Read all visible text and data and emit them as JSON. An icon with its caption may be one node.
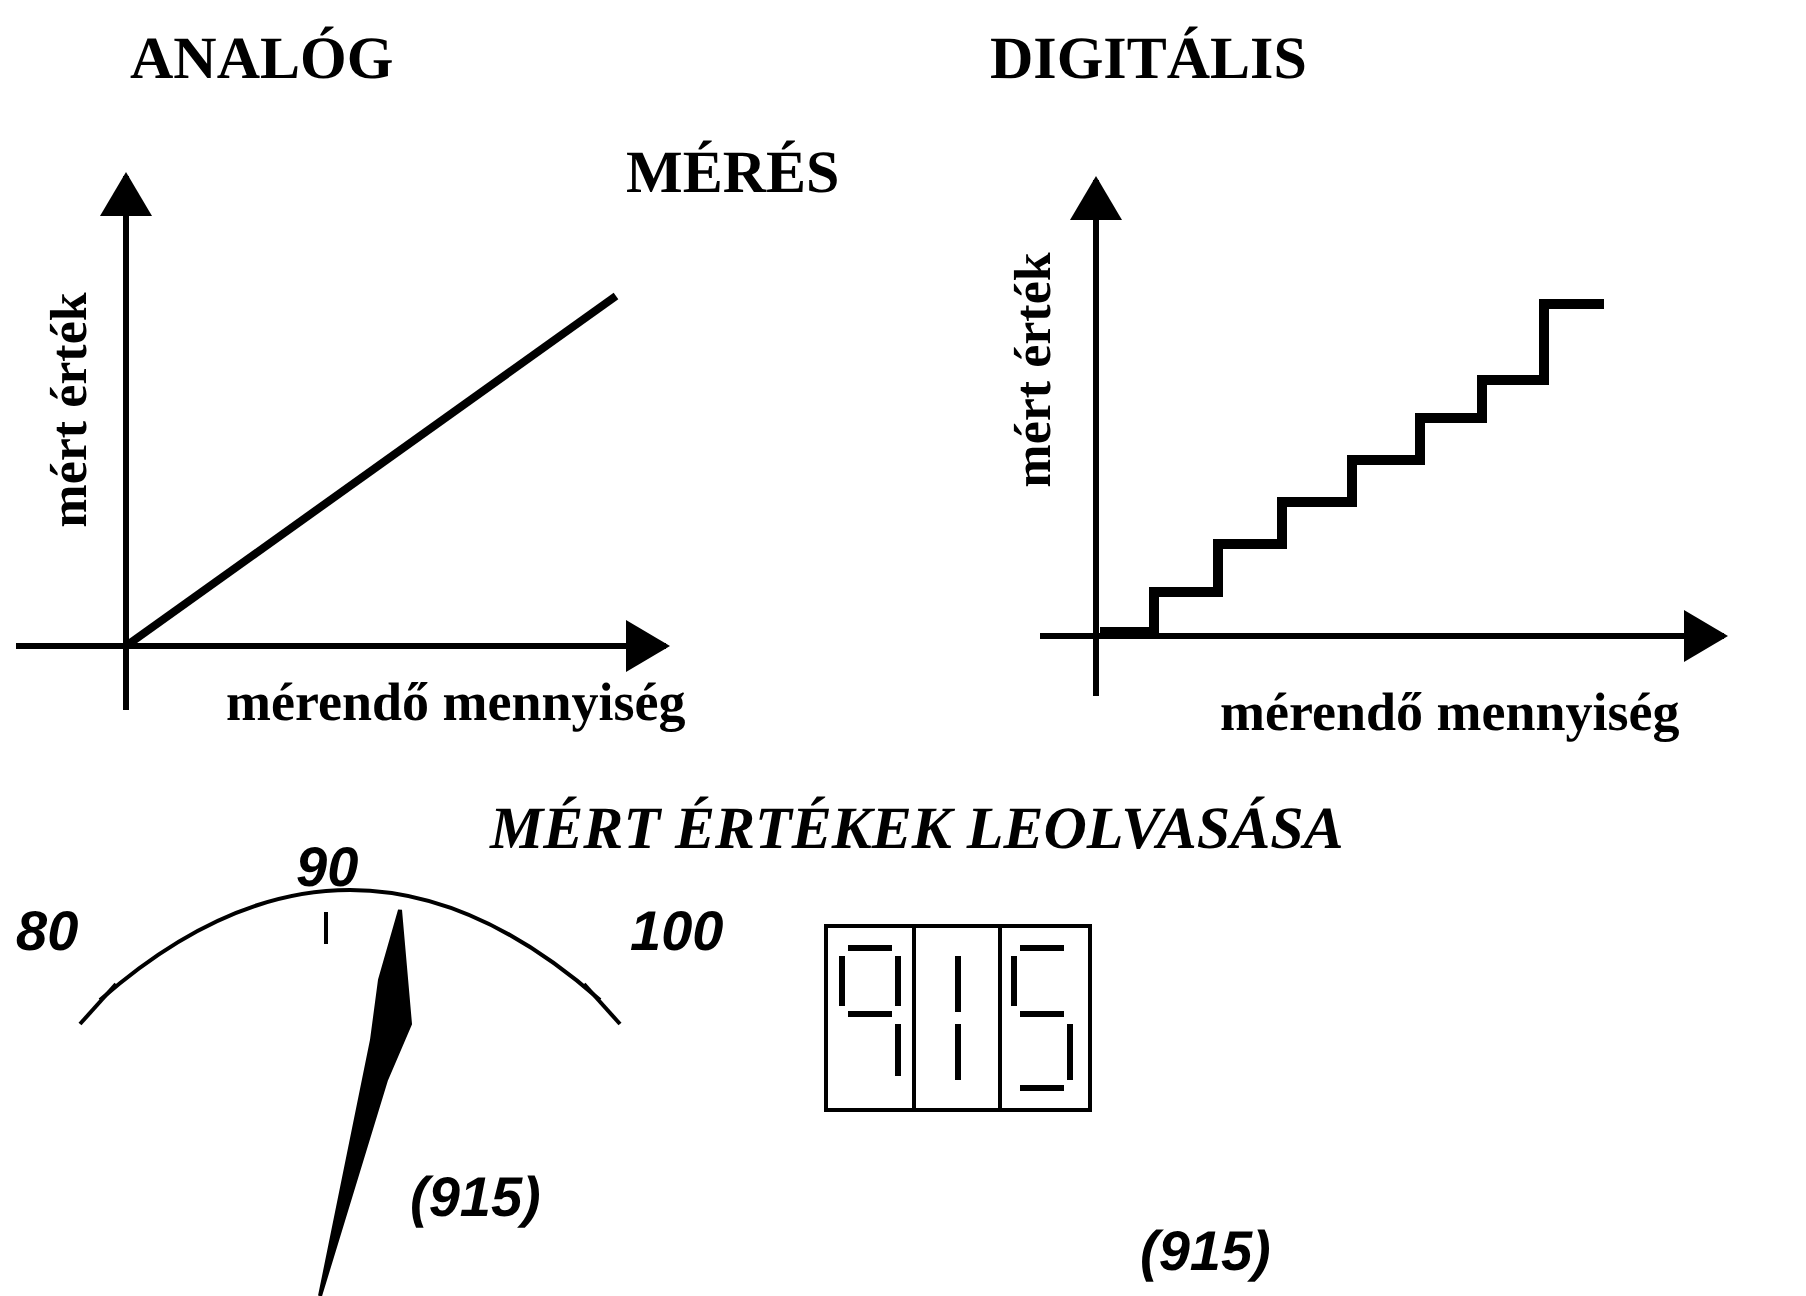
{
  "diagram": {
    "labels": [
      "ANALÓG",
      "DIGITÁLIS",
      "MÉRÉS",
      "mért érték",
      "mért érték",
      "mérendő mennyiség",
      "mérendő mennyiség",
      "MÉRT ÉRTÉKEK LEOLVASÁSA",
      "90",
      "80",
      "100",
      "(915)",
      "(915)"
    ]
  }
}
